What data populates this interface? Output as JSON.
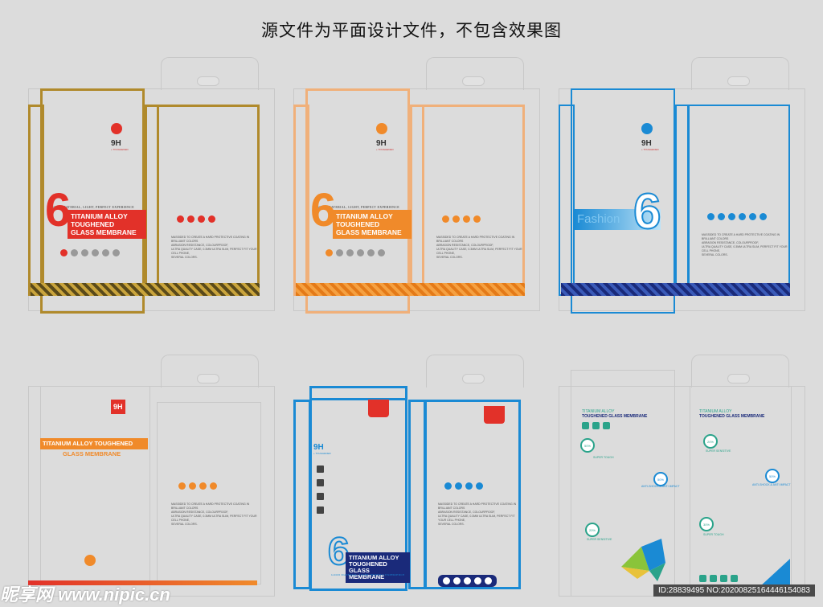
{
  "header": {
    "title": "源文件为平面设计文件，不包含效果图"
  },
  "common": {
    "nine_h": "9H",
    "toughened": "+ TOUGHENED",
    "six": "6",
    "product_lines": [
      "TITANIUM ALLOY",
      "TOUGHENED",
      "GLASS MEMBRANE"
    ],
    "tagline": "GOOD MATERIAL, LIGHT, PERFECT EXPERIENCE",
    "desc_lines": [
      "MASSIDED TO CREATE A HARD PROTECTIVE COATING IN BRILLIANT COLORS",
      "ABRASION RESISTANCE, COLOURPROOF,",
      "ULTRA QUALITY CASE, 0.3MM ULTRA SLIM, PERFECT FIT YOUR CELL PHONE,",
      "SEVERAL COLORS."
    ],
    "fashion": "Fashion",
    "titanium_toughened": "TITANIUM ALLOY TOUGHENED",
    "glass_membrane": "GLASS MEMBRANE",
    "titanium_alloy_small": "TITANIUM ALLOY",
    "toughened_glass": "TOUGHENED GLASS MEMBRANE",
    "pct20": "20%",
    "pct30": "30%",
    "pct50": "50%",
    "super_sensitive": "SUPER SENSITIVE",
    "super_toughness": "SUPER TOUGH",
    "anti_shock": "ANTI-SHOCK & ANTI IMPACT"
  },
  "colors": {
    "gold": "#b08a2c",
    "red": "#e23129",
    "orange": "#f08a2a",
    "blue": "#1a8ad4",
    "teal": "#2aa38a",
    "navy": "#1a2a7a"
  },
  "footer": {
    "logo": "昵享网 www.nipic.cn",
    "id": "ID:28839495 NO:20200825164446154083"
  }
}
